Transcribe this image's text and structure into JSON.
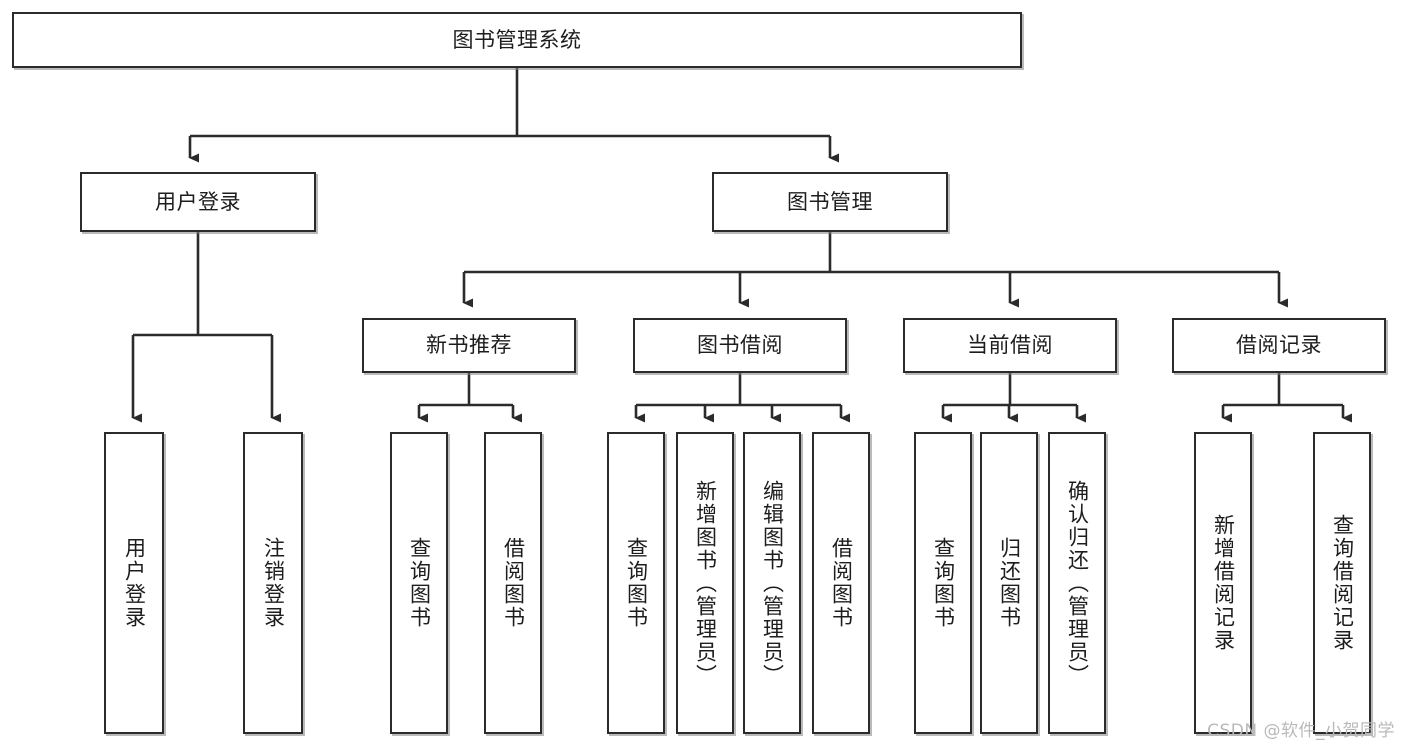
{
  "diagram": {
    "title": "图书管理系统",
    "type": "tree",
    "watermark": "CSDN @软件_小贺同学",
    "colors": {
      "box_border": "#2b2b2b",
      "box_fill": "#ffffff",
      "connector": "#2b2b2b",
      "text": "#1d1d1d",
      "watermark": "#b9b9b9",
      "background": "#ffffff"
    },
    "nodes": {
      "root": {
        "label": "图书管理系统"
      },
      "level2": [
        {
          "id": "user-login",
          "label": "用户登录"
        },
        {
          "id": "book-manage",
          "label": "图书管理"
        }
      ],
      "level3": [
        {
          "id": "new-book-recommend",
          "label": "新书推荐"
        },
        {
          "id": "book-borrow",
          "label": "图书借阅"
        },
        {
          "id": "current-borrow",
          "label": "当前借阅"
        },
        {
          "id": "borrow-record",
          "label": "借阅记录"
        }
      ],
      "leaves": [
        {
          "id": "leaf-user-login",
          "label": "用户登录",
          "parent": "user-login"
        },
        {
          "id": "leaf-logout",
          "label": "注销登录",
          "parent": "user-login"
        },
        {
          "id": "leaf-query-book-1",
          "label": "查询图书",
          "parent": "new-book-recommend"
        },
        {
          "id": "leaf-borrow-book-1",
          "label": "借阅图书",
          "parent": "new-book-recommend"
        },
        {
          "id": "leaf-query-book-2",
          "label": "查询图书",
          "parent": "book-borrow"
        },
        {
          "id": "leaf-add-book",
          "label": "新增图书（管理员）",
          "parent": "book-borrow"
        },
        {
          "id": "leaf-edit-book",
          "label": "编辑图书（管理员）",
          "parent": "book-borrow"
        },
        {
          "id": "leaf-borrow-book-2",
          "label": "借阅图书",
          "parent": "book-borrow"
        },
        {
          "id": "leaf-query-book-3",
          "label": "查询图书",
          "parent": "current-borrow"
        },
        {
          "id": "leaf-return-book",
          "label": "归还图书",
          "parent": "current-borrow"
        },
        {
          "id": "leaf-confirm-return",
          "label": "确认归还（管理员）",
          "parent": "current-borrow"
        },
        {
          "id": "leaf-add-record",
          "label": "新增借阅记录",
          "parent": "borrow-record"
        },
        {
          "id": "leaf-query-record",
          "label": "查询借阅记录",
          "parent": "borrow-record"
        }
      ]
    }
  }
}
